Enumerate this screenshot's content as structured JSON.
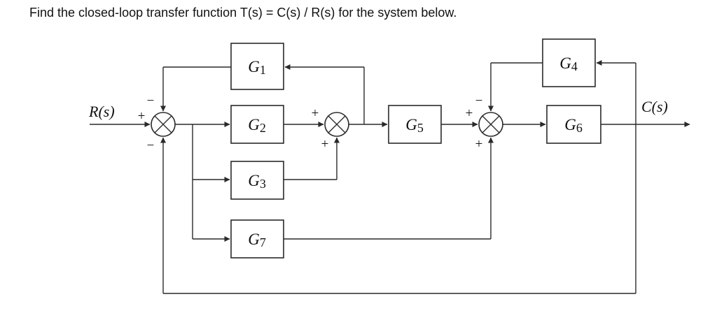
{
  "title": "Find the closed-loop transfer function T(s) = C(s) / R(s) for the system below.",
  "signals": {
    "input": "R(s)",
    "output": "C(s)"
  },
  "blocks": {
    "g1": {
      "base": "G",
      "sub": "1"
    },
    "g2": {
      "base": "G",
      "sub": "2"
    },
    "g3": {
      "base": "G",
      "sub": "3"
    },
    "g4": {
      "base": "G",
      "sub": "4"
    },
    "g5": {
      "base": "G",
      "sub": "5"
    },
    "g6": {
      "base": "G",
      "sub": "6"
    },
    "g7": {
      "base": "G",
      "sub": "7"
    }
  },
  "summers": {
    "s1": {
      "left": "+",
      "top": "−",
      "bottom": "−"
    },
    "s2": {
      "left": "+",
      "bottom": "+"
    },
    "s3": {
      "left": "+",
      "top": "−",
      "bottom": "+"
    }
  }
}
